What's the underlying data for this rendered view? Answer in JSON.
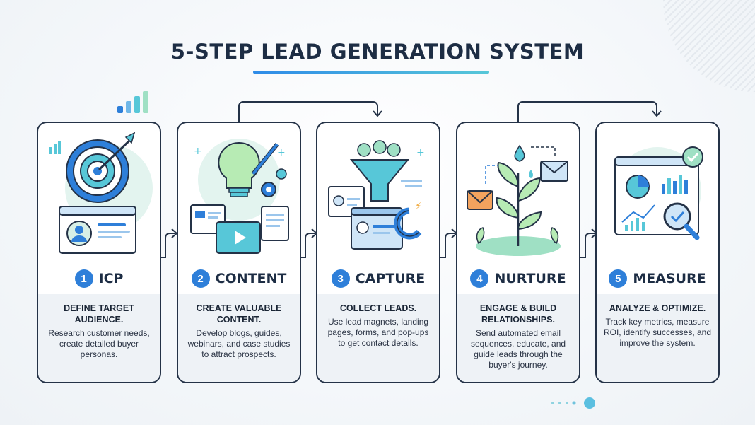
{
  "title": "5-STEP LEAD GENERATION SYSTEM",
  "steps": [
    {
      "number": "1",
      "name": "ICP",
      "headline": "DEFINE TARGET AUDIENCE.",
      "description": "Research customer needs, create detailed buyer personas.",
      "icon": "target-with-persona-icon"
    },
    {
      "number": "2",
      "name": "CONTENT",
      "headline": "CREATE VALUABLE CONTENT.",
      "description": "Develop blogs, guides, webinars, and case studies to attract prospects.",
      "icon": "lightbulb-content-icon"
    },
    {
      "number": "3",
      "name": "CAPTURE",
      "headline": "COLLECT LEADS.",
      "description": "Use lead magnets, landing pages, forms, and pop-ups to get contact details.",
      "icon": "funnel-magnet-icon"
    },
    {
      "number": "4",
      "name": "NURTURE",
      "headline": "ENGAGE & BUILD RELATIONSHIPS.",
      "description": "Send automated email sequences, educate, and guide leads through the buyer's journey.",
      "icon": "plant-email-icon"
    },
    {
      "number": "5",
      "name": "MEASURE",
      "headline": "ANALYZE & OPTIMIZE.",
      "description": "Track key metrics, measure ROI, identify successes, and improve the system.",
      "icon": "analytics-magnifier-icon"
    }
  ],
  "colors": {
    "primary_blue": "#2e7fd9",
    "teal": "#57c7d8",
    "mint": "#9fe0c4",
    "dark_navy": "#1d2d44",
    "card_footer": "#eef2f6"
  }
}
